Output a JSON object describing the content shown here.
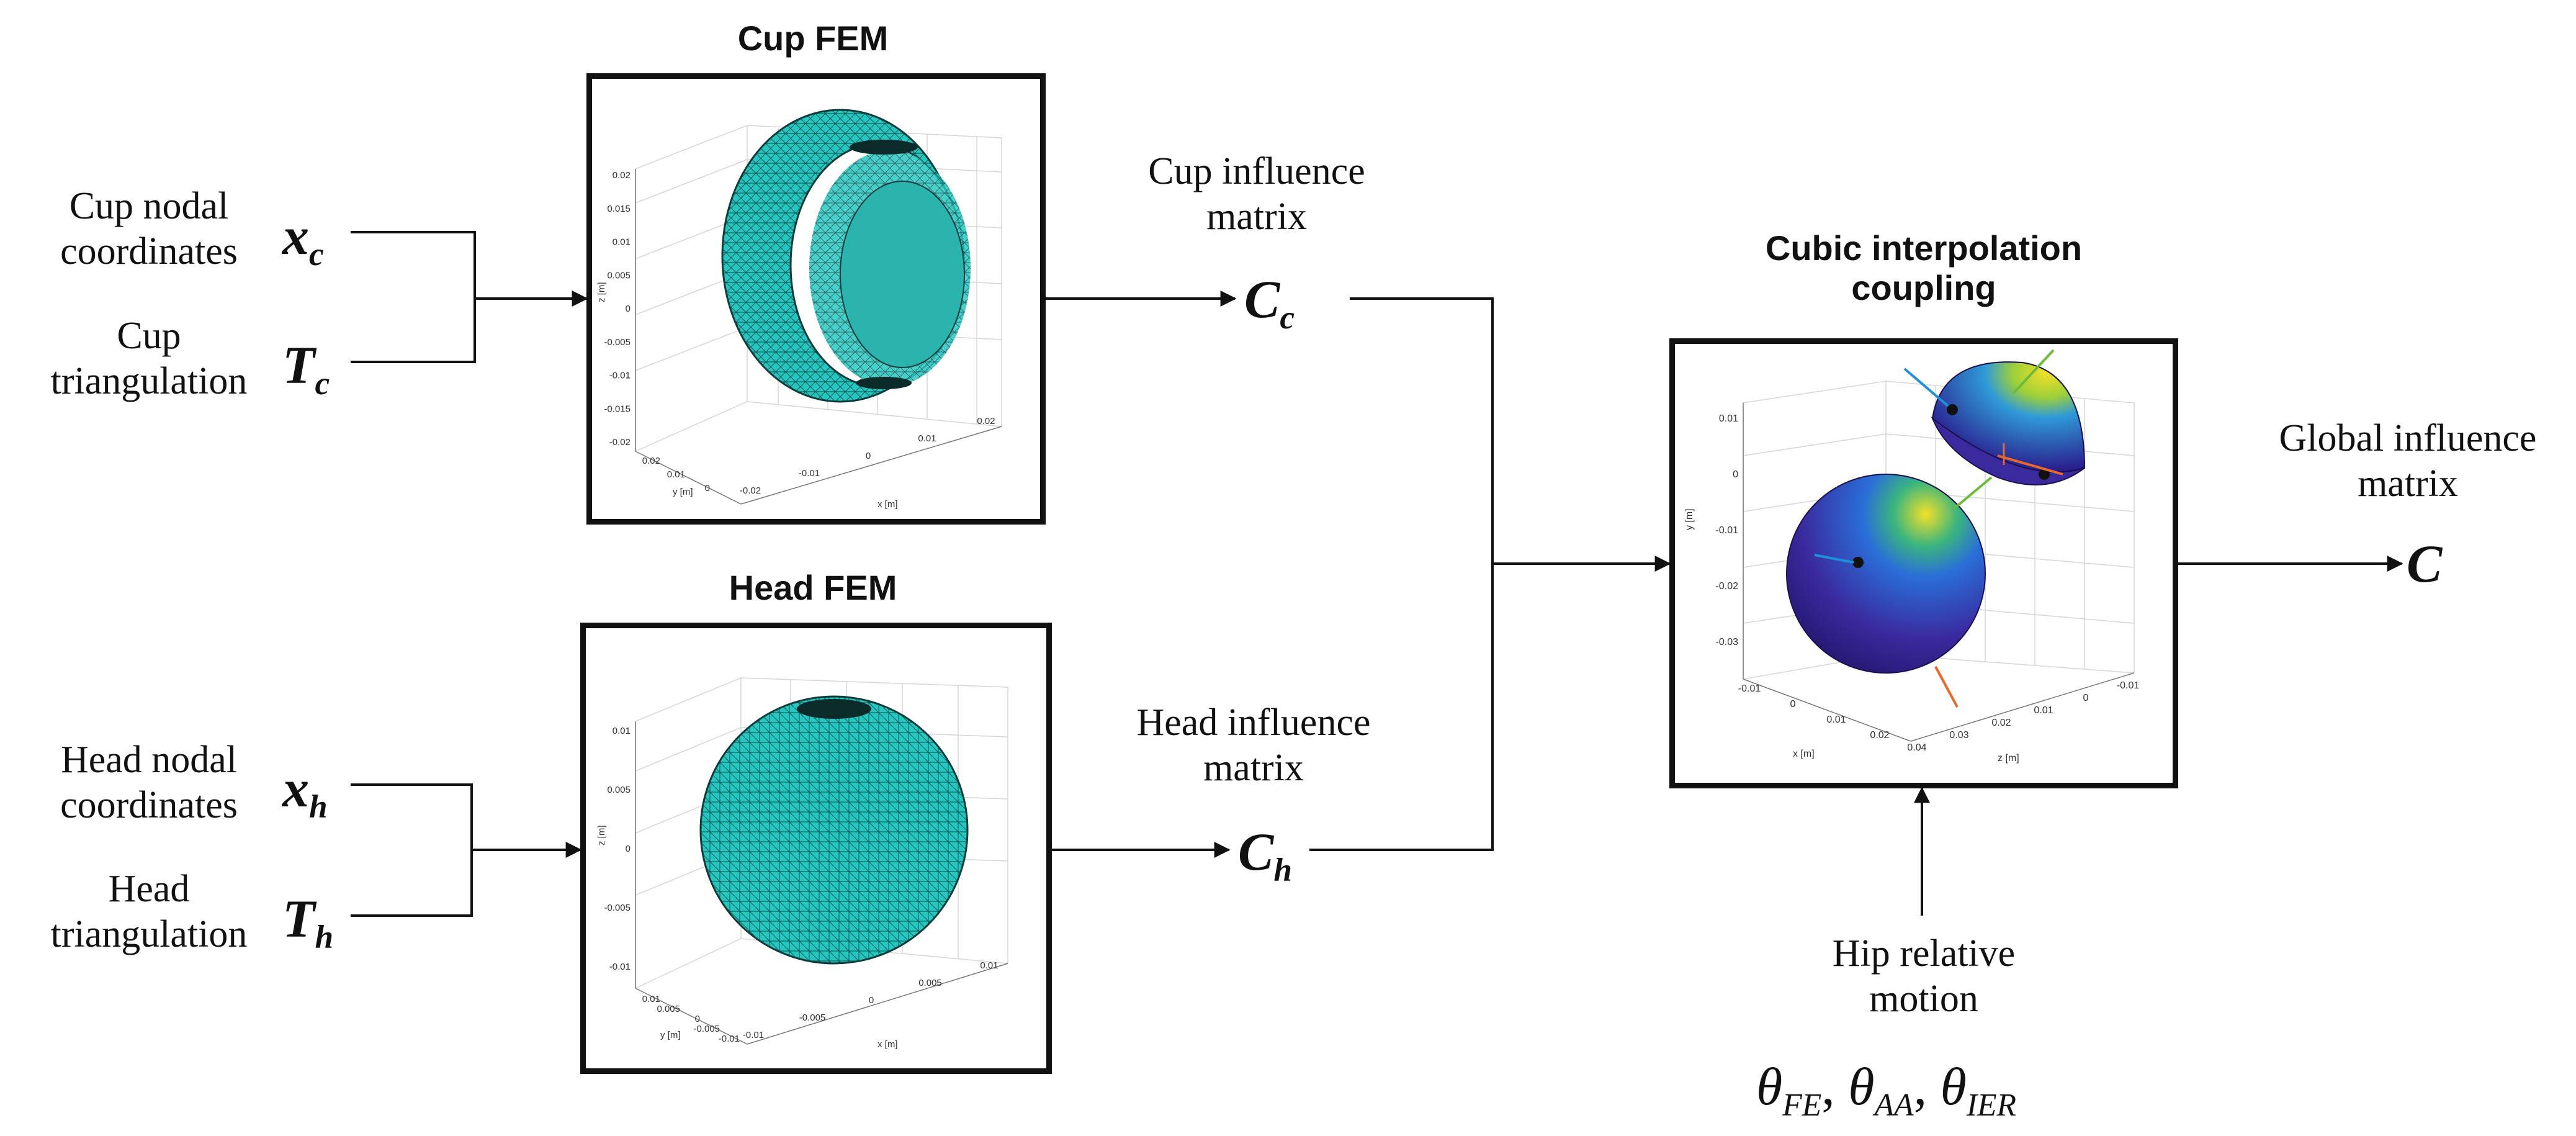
{
  "cup_fem": {
    "title": "Cup FEM",
    "inputs": [
      {
        "label_line1": "Cup nodal",
        "label_line2": "coordinates",
        "symbol": "x",
        "subscript": "c"
      },
      {
        "label_line1": "Cup",
        "label_line2": "triangulation",
        "symbol": "T",
        "subscript": "c"
      }
    ],
    "output": {
      "label_line1": "Cup influence",
      "label_line2": "matrix",
      "symbol": "C",
      "subscript": "c"
    },
    "plot": {
      "z_ticks": [
        "0.02",
        "0.015",
        "0.01",
        "0.005",
        "0",
        "-0.005",
        "-0.01",
        "-0.015",
        "-0.02"
      ],
      "y_ticks": [
        "0.02",
        "0.01",
        "0"
      ],
      "x_ticks": [
        "-0.02",
        "-0.01",
        "0",
        "0.01",
        "0.02"
      ],
      "z_label": "z [m]",
      "y_label": "y [m]",
      "x_label": "x [m]"
    }
  },
  "head_fem": {
    "title": "Head FEM",
    "inputs": [
      {
        "label_line1": "Head nodal",
        "label_line2": "coordinates",
        "symbol": "x",
        "subscript": "h"
      },
      {
        "label_line1": "Head",
        "label_line2": "triangulation",
        "symbol": "T",
        "subscript": "h"
      }
    ],
    "output": {
      "label_line1": "Head influence",
      "label_line2": "matrix",
      "symbol": "C",
      "subscript": "h"
    },
    "plot": {
      "z_ticks": [
        "0.01",
        "0.005",
        "0",
        "-0.005",
        "-0.01"
      ],
      "y_ticks": [
        "0.01",
        "0.005",
        "0",
        "-0.005",
        "-0.01"
      ],
      "x_ticks": [
        "-0.01",
        "-0.005",
        "0",
        "0.005",
        "0.01"
      ],
      "z_label": "z [m]",
      "y_label": "y [m]",
      "x_label": "x [m]"
    }
  },
  "coupling": {
    "title_line1": "Cubic interpolation",
    "title_line2": "coupling",
    "plot": {
      "y_ticks": [
        "0.01",
        "0",
        "-0.01",
        "-0.02",
        "-0.03"
      ],
      "x_ticks": [
        "-0.01",
        "0",
        "0.01",
        "0.02"
      ],
      "z_ticks": [
        "0.04",
        "0.03",
        "0.02",
        "0.01",
        "0",
        "-0.01"
      ],
      "y_label": "y [m]",
      "x_label": "x [m]",
      "z_label": "z [m]"
    }
  },
  "global_output": {
    "label_line1": "Global influence",
    "label_line2": "matrix",
    "symbol": "C"
  },
  "motion": {
    "label_line1": "Hip relative",
    "label_line2": "motion",
    "angles": [
      {
        "symbol": "θ",
        "subscript": "FE"
      },
      {
        "symbol": "θ",
        "subscript": "AA"
      },
      {
        "symbol": "θ",
        "subscript": "IER"
      }
    ]
  },
  "colors": {
    "mesh_fill": "#26c6c0",
    "mesh_line": "#0b3b3b",
    "line": "#111111",
    "sphere_dark": "#2a1a8a",
    "sphere_hot": "#f2e027",
    "axis_blue": "#1f8fd8",
    "axis_green": "#6dbb3a",
    "axis_orange": "#e8672a"
  }
}
